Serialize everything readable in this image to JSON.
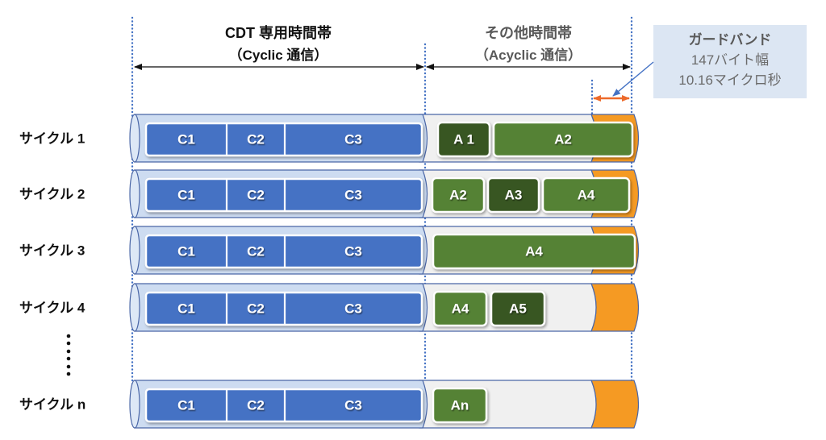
{
  "header": {
    "cyclic": {
      "title": "CDT 専用時間帯",
      "subtitle": "（Cyclic 通信）"
    },
    "acyclic": {
      "title": "その他時間帯",
      "subtitle": "（Acyclic 通信）"
    }
  },
  "guard_band": {
    "title": "ガードバンド",
    "size": "147バイト幅",
    "duration": "10.16マイクロ秒"
  },
  "rows": [
    {
      "label": "サイクル 1",
      "cyclic": [
        "C1",
        "C2",
        "C3"
      ],
      "acyclic": [
        {
          "label": "A 1",
          "shade": "dark"
        },
        {
          "label": "A2",
          "shade": "light"
        }
      ]
    },
    {
      "label": "サイクル 2",
      "cyclic": [
        "C1",
        "C2",
        "C3"
      ],
      "acyclic": [
        {
          "label": "A2",
          "shade": "light"
        },
        {
          "label": "A3",
          "shade": "dark"
        },
        {
          "label": "A4",
          "shade": "light"
        }
      ]
    },
    {
      "label": "サイクル 3",
      "cyclic": [
        "C1",
        "C2",
        "C3"
      ],
      "acyclic": [
        {
          "label": "A4",
          "shade": "light"
        }
      ]
    },
    {
      "label": "サイクル 4",
      "cyclic": [
        "C1",
        "C2",
        "C3"
      ],
      "acyclic": [
        {
          "label": "A4",
          "shade": "light"
        },
        {
          "label": "A5",
          "shade": "dark"
        }
      ]
    },
    {
      "label": "サイクル n",
      "cyclic": [
        "C1",
        "C2",
        "C3"
      ],
      "acyclic": [
        {
          "label": "An",
          "shade": "light"
        }
      ]
    }
  ],
  "colors": {
    "cyclic_segment": "#4472c4",
    "cyclic_tube": "#cddcf1",
    "tube_outline": "#4a66a6",
    "acyclic_light": "#548235",
    "acyclic_dark": "#375623",
    "acyclic_tube": "#f0f0f0",
    "guard_band": "#f59a23",
    "guard_band_arrow": "#ed6a2b",
    "guide_lines": "#4472c4",
    "callout_bg": "#dce6f3"
  }
}
